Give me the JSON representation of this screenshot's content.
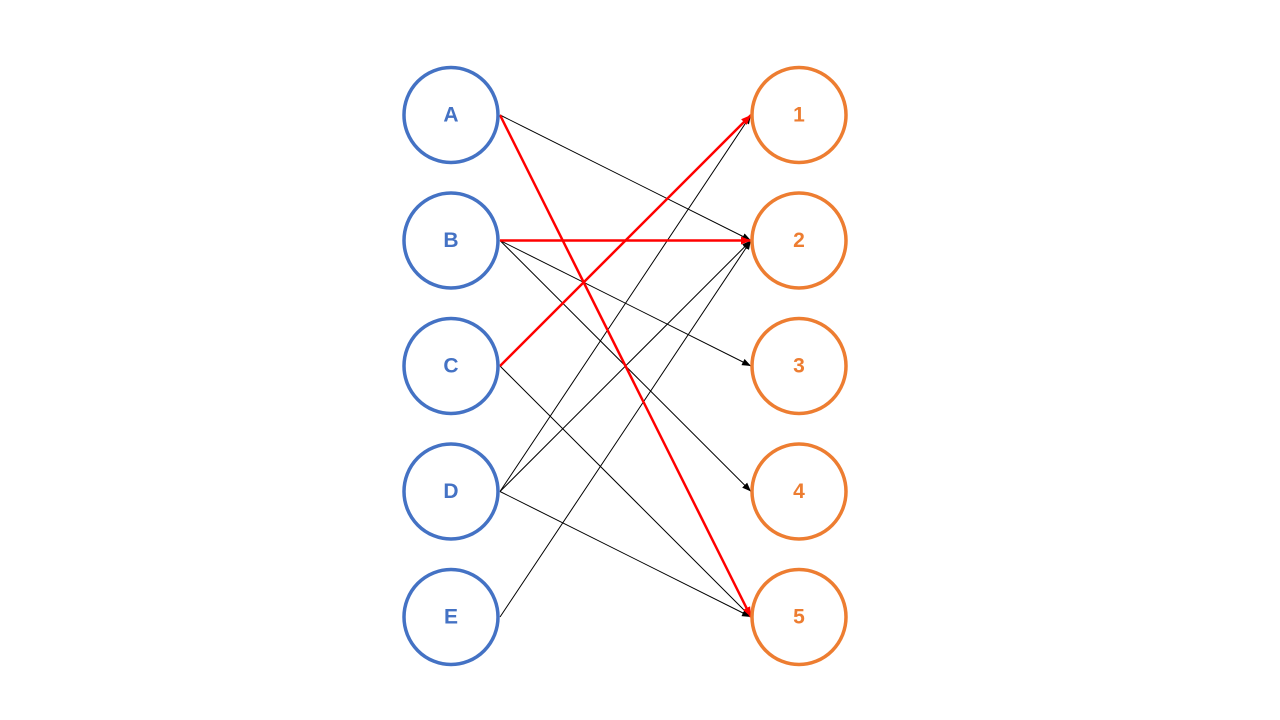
{
  "colors": {
    "left_node": "#4472C4",
    "right_node": "#ED7D31",
    "edge_normal": "#000000",
    "edge_highlight": "#FF0000",
    "background": "#FFFFFF"
  },
  "left_nodes": [
    {
      "id": "A",
      "label": "A"
    },
    {
      "id": "B",
      "label": "B"
    },
    {
      "id": "C",
      "label": "C"
    },
    {
      "id": "D",
      "label": "D"
    },
    {
      "id": "E",
      "label": "E"
    }
  ],
  "right_nodes": [
    {
      "id": "1",
      "label": "1"
    },
    {
      "id": "2",
      "label": "2"
    },
    {
      "id": "3",
      "label": "3"
    },
    {
      "id": "4",
      "label": "4"
    },
    {
      "id": "5",
      "label": "5"
    }
  ],
  "edges": [
    {
      "from": "A",
      "to": "2",
      "highlight": false
    },
    {
      "from": "A",
      "to": "5",
      "highlight": true
    },
    {
      "from": "B",
      "to": "2",
      "highlight": true
    },
    {
      "from": "B",
      "to": "3",
      "highlight": false
    },
    {
      "from": "B",
      "to": "4",
      "highlight": false
    },
    {
      "from": "C",
      "to": "1",
      "highlight": true
    },
    {
      "from": "C",
      "to": "5",
      "highlight": false
    },
    {
      "from": "D",
      "to": "1",
      "highlight": false
    },
    {
      "from": "D",
      "to": "2",
      "highlight": false
    },
    {
      "from": "D",
      "to": "5",
      "highlight": false
    },
    {
      "from": "E",
      "to": "2",
      "highlight": false
    }
  ]
}
